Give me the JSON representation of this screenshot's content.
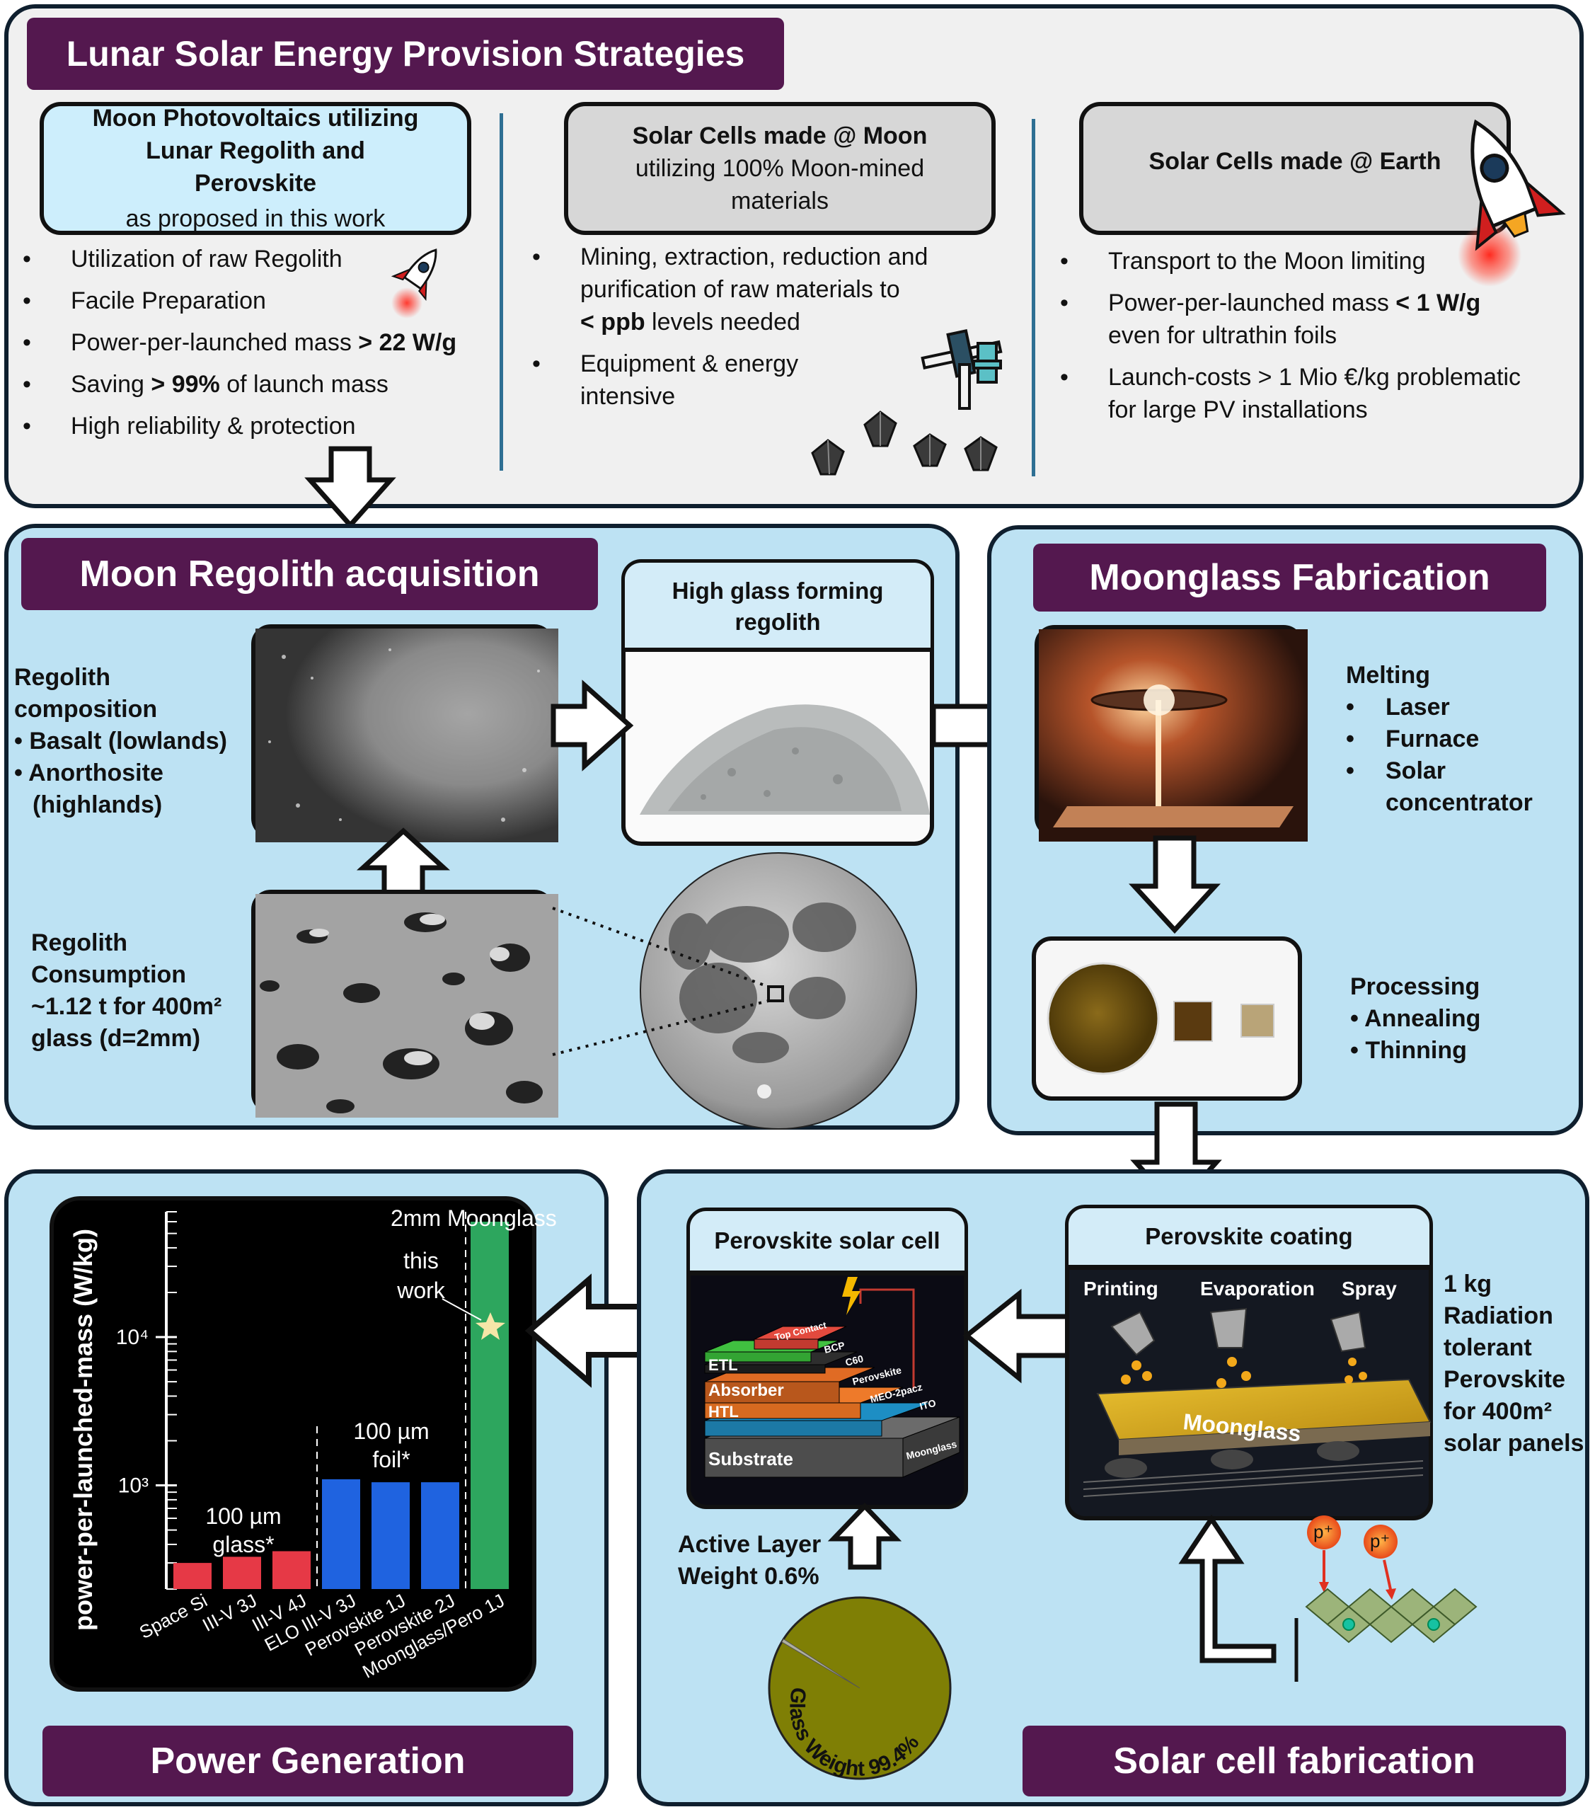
{
  "header": {
    "title": "Lunar Solar Energy Provision Strategies"
  },
  "strategies": [
    {
      "title": "Moon Photovoltaics utilizing Lunar Regolith and Perovskite",
      "subtitle": "as proposed in this work"
    },
    {
      "title": "Solar Cells made @ Moon",
      "subtitle": "utilizing 100% Moon-mined materials"
    },
    {
      "title": "Solar Cells made @ Earth",
      "subtitle": ""
    }
  ],
  "col1_bullets": [
    {
      "pre": "Utilization of raw Regolith",
      "bold": "",
      "post": ""
    },
    {
      "pre": "Facile Preparation",
      "bold": "",
      "post": ""
    },
    {
      "pre": "Power-per-launched mass ",
      "bold": "> 22 W/g",
      "post": ""
    },
    {
      "pre": "Saving ",
      "bold": "> 99%",
      "post": " of launch mass"
    },
    {
      "pre": "High reliability & protection",
      "bold": "",
      "post": ""
    }
  ],
  "col2_bullets": [
    {
      "line1": "Mining, extraction, reduction and",
      "line2": "purification of raw materials to",
      "bold": "< ppb",
      "post": " levels needed"
    },
    {
      "line1": "Equipment & energy",
      "line2": "intensive"
    }
  ],
  "col3_bullets": [
    {
      "line1": "Transport to the Moon limiting",
      "line2": ""
    },
    {
      "line1": "Power-per-launched mass ",
      "bold": "< 1 W/g",
      "line2": "even for ultrathin foils"
    },
    {
      "line1": "Launch-costs > 1 Mio €/kg problematic",
      "line2": "for large PV installations"
    }
  ],
  "regolith": {
    "title": "Moon Regolith acquisition",
    "composition_title": "Regolith composition",
    "composition": [
      "Basalt (lowlands)",
      "Anorthosite",
      "(highlands)"
    ],
    "high_glass_label": "High glass forming regolith",
    "consumption": [
      "Regolith",
      "Consumption",
      "~1.12 t for 400m²",
      "glass  (d=2mm)"
    ]
  },
  "moonglass": {
    "title": "Moonglass Fabrication",
    "melting_title": "Melting",
    "melting": [
      "Laser",
      "Furnace",
      "Solar",
      "concentrator"
    ],
    "processing_title": "Processing",
    "processing": [
      "Annealing",
      "Thinning"
    ]
  },
  "power": {
    "title": "Power Generation",
    "chart_data": {
      "type": "bar",
      "ylabel": "power-per-launched-mass (W/kg)",
      "yscale": "log",
      "yticks": [
        "10³",
        "10⁴"
      ],
      "categories": [
        "Space Si",
        "III-V 3J",
        "III-V 4J",
        "ELO III-V 3J",
        "Perovskite 1J",
        "Perovskite 2J",
        "Moonglass/Pero 1J"
      ],
      "values": [
        300,
        330,
        360,
        1100,
        1050,
        1050,
        60000
      ],
      "colors": [
        "#e63946",
        "#e63946",
        "#e63946",
        "#1f63e0",
        "#1f63e0",
        "#1f63e0",
        "#2da65e"
      ],
      "group_labels": [
        "100 µm glass*",
        "100 µm foil*",
        "2mm Moonglass"
      ],
      "annotation": "this work"
    }
  },
  "solarcell": {
    "title": "Solar cell fabrication",
    "cell_label": "Perovskite solar cell",
    "layers_left": [
      "ETL",
      "Absorber",
      "HTL",
      "Substrate"
    ],
    "layers_right": [
      "Top Contact",
      "BCP",
      "C60",
      "Perovskite",
      "MEO-2pacz",
      "ITO",
      "Moonglass"
    ],
    "coating_label": "Perovskite coating",
    "methods": [
      "Printing",
      "Evaporation",
      "Spray"
    ],
    "moonglass_label": "Moonglass",
    "perovskite_info": [
      "1 kg",
      "Radiation",
      "tolerant",
      "Perovskite",
      "for 400m²",
      "solar panels"
    ],
    "active_layer": [
      "Active Layer",
      "Weight 0.6%"
    ],
    "pie": {
      "glass_label": "Glass Weight 99.4%",
      "glass": 99.4,
      "active": 0.6
    },
    "proton": "p⁺"
  }
}
